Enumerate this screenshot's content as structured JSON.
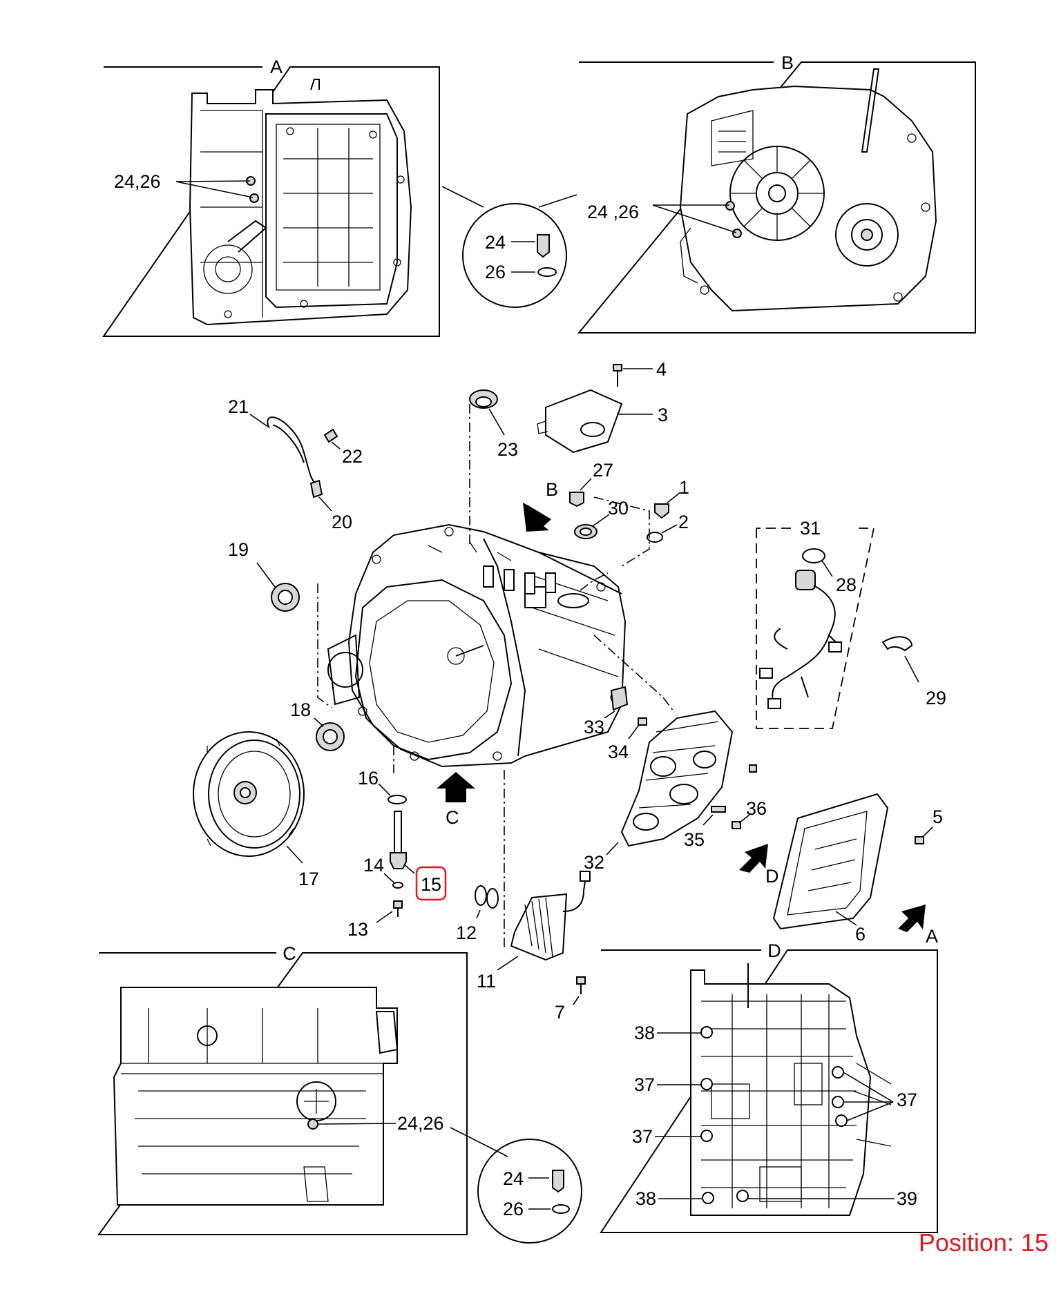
{
  "position_caption": "Position: 15",
  "highlight_color": "#e8141e",
  "panels": {
    "A": {
      "title": "A",
      "callout": "24,26"
    },
    "B": {
      "title": "B",
      "callout": "24 ,26"
    },
    "C": {
      "title": "C",
      "callout": "24,26"
    },
    "D": {
      "title": "D",
      "labels": [
        "38",
        "37",
        "37",
        "38",
        "37",
        "39"
      ]
    }
  },
  "detail_bubbles": {
    "AB": {
      "part_a": "24",
      "part_b": "26"
    },
    "C": {
      "part_a": "24",
      "part_b": "26"
    }
  },
  "view_arrows": {
    "B": "B",
    "C": "C",
    "D": "D",
    "A": "A"
  },
  "dashed_group": {
    "label": "31"
  },
  "parts": {
    "p1": "1",
    "p2": "2",
    "p3": "3",
    "p4": "4",
    "p5": "5",
    "p6": "6",
    "p7": "7",
    "p11": "11",
    "p12": "12",
    "p13": "13",
    "p14": "14",
    "p15": "15",
    "p16": "16",
    "p17": "17",
    "p18": "18",
    "p19": "19",
    "p20": "20",
    "p21": "21",
    "p22": "22",
    "p23": "23",
    "p27": "27",
    "p28": "28",
    "p29": "29",
    "p30": "30",
    "p32": "32",
    "p33": "33",
    "p34": "34",
    "p35": "35",
    "p36": "36"
  }
}
